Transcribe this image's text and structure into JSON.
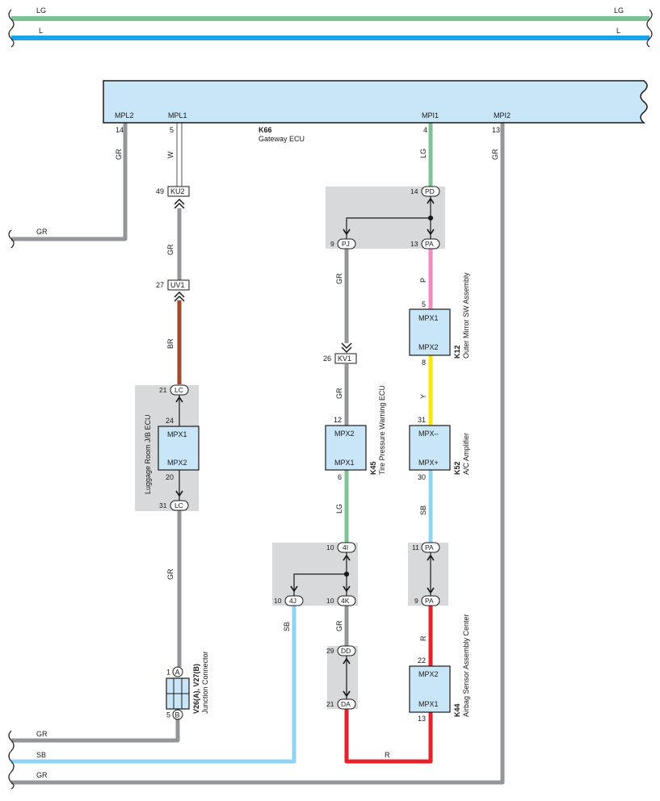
{
  "colors": {
    "GR": "#939598",
    "LG": "#7cc296",
    "L": "#1aa3e8",
    "SB": "#8fd3f2",
    "BR": "#a14a2b",
    "P": "#f18bc0",
    "Y": "#ffe600",
    "R": "#e8202a",
    "W": "#ffffff",
    "component_fill": "#c8e6f7",
    "shade": "#d8d9da"
  },
  "top_bus": {
    "lg_left": "LG",
    "lg_right": "LG",
    "l_left": "L",
    "l_right": "L"
  },
  "gateway": {
    "code": "K66",
    "name": "Gateway ECU",
    "pins": {
      "mpl2": {
        "name": "MPL2",
        "num": "14"
      },
      "mpl1": {
        "name": "MPL1",
        "num": "5"
      },
      "mpi1": {
        "name": "MPI1",
        "num": "4"
      },
      "mpi2": {
        "name": "MPI2",
        "num": "13"
      }
    }
  },
  "wire_labels": {
    "mpl2": "GR",
    "left_gr": "GR",
    "mpl1": "W",
    "ku2_uv1": "GR",
    "uv1_lc": "BR",
    "lc_junction": "GR",
    "mpi1": "LG",
    "pj_kv1": "GR",
    "kv1_k45": "GR",
    "pa_k12": "P",
    "k12_k52": "Y",
    "k45_4i": "LG",
    "k52_pa": "SB",
    "4j": "SB",
    "4k_dd": "GR",
    "pa_k44": "R",
    "mpi2": "GR",
    "bottom_gr1": "GR",
    "bottom_sb": "SB",
    "bottom_gr2": "GR",
    "bottom_r": "R"
  },
  "connectors": {
    "ku2": {
      "id": "KU2",
      "pin": "49"
    },
    "uv1": {
      "id": "UV1",
      "pin": "27"
    },
    "kv1": {
      "id": "KV1",
      "pin": "26"
    },
    "pd": {
      "id": "PD",
      "pin": "14"
    },
    "pj": {
      "id": "PJ",
      "pin": "9"
    },
    "pa13": {
      "id": "PA",
      "pin": "13"
    },
    "lc21": {
      "id": "LC",
      "pin": "21"
    },
    "lc31": {
      "id": "LC",
      "pin": "31"
    },
    "c4i": {
      "id": "4I",
      "pin": "10"
    },
    "c4j": {
      "id": "4J",
      "pin": "10"
    },
    "c4k": {
      "id": "4K",
      "pin": "10"
    },
    "pa11": {
      "id": "PA",
      "pin": "11"
    },
    "pa9": {
      "id": "PA",
      "pin": "9"
    },
    "dd": {
      "id": "DD",
      "pin": "29"
    },
    "da": {
      "id": "DA",
      "pin": "21"
    },
    "ja": {
      "id": "A",
      "pin": "1"
    },
    "jb": {
      "id": "B",
      "pin": "5"
    }
  },
  "components": {
    "luggage": {
      "name": "Luggage Room J/B ECU",
      "top": "MPX1",
      "bottom": "MPX2",
      "pin_top": "24",
      "pin_bottom": "20"
    },
    "k45": {
      "code": "K45",
      "name": "Tire Pressure Warning ECU",
      "top": "MPX2",
      "bottom": "MPX1",
      "pin_top": "12",
      "pin_bottom": "6"
    },
    "k12": {
      "code": "K12",
      "name": "Outer Mirror SW Assembly",
      "top": "MPX1",
      "bottom": "MPX2",
      "pin_top": "5",
      "pin_bottom": "8"
    },
    "k52": {
      "code": "K52",
      "name": "A/C Amplifier",
      "top": "MPX–",
      "bottom": "MPX+",
      "pin_top": "31",
      "pin_bottom": "30"
    },
    "k44": {
      "code": "K44",
      "name": "Airbag Sensor Assembly Center",
      "top": "MPX2",
      "bottom": "MPX1",
      "pin_top": "22",
      "pin_bottom": "13"
    },
    "junction": {
      "code": "V26(A), V27(B)",
      "name": "Junction Connector"
    }
  }
}
